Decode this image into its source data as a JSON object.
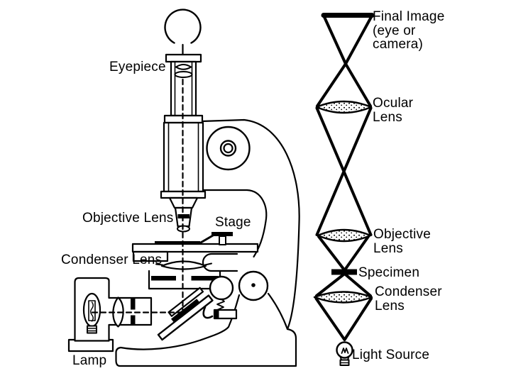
{
  "colors": {
    "ink": "#000000",
    "background": "#ffffff"
  },
  "labels": {
    "microscope": {
      "eyepiece": "Eyepiece",
      "objective_lens": "Objective Lens",
      "stage": "Stage",
      "condenser_lens": "Condenser Lens",
      "lamp": "Lamp"
    },
    "ray_diagram": {
      "final_image": "Final Image\n(eye or\ncamera)",
      "ocular_lens": "Ocular\nLens",
      "objective_lens": "Objective\nLens",
      "specimen": "Specimen",
      "condenser_lens": "Condenser\nLens",
      "light_source": "Light Source"
    }
  },
  "icons": {
    "eye-icon": "open-circle observer eye",
    "light-bulb-icon": "incandescent bulb with filament",
    "lens-icon": "stippled biconvex lens"
  }
}
